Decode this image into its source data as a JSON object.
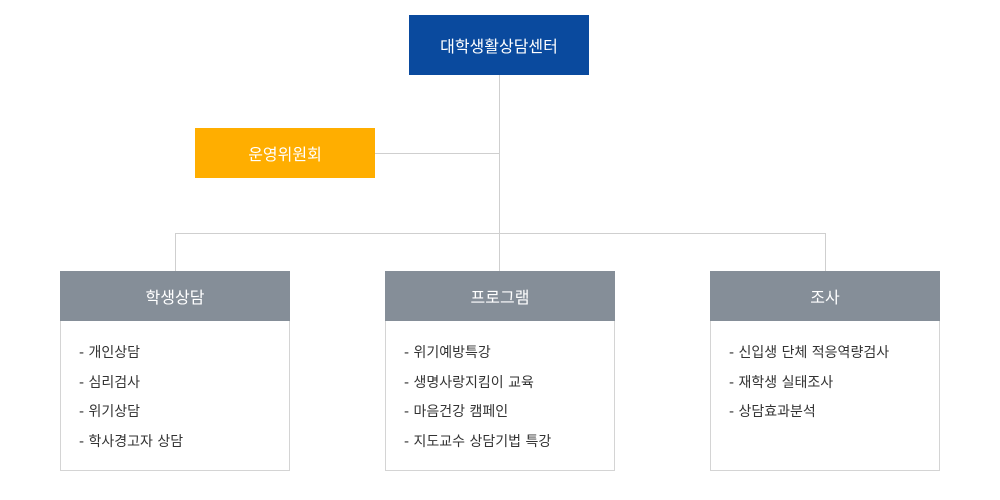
{
  "top": {
    "label": "대학생활상담센터"
  },
  "committee": {
    "label": "운영위원회"
  },
  "departments": [
    {
      "title": "학생상담",
      "items": [
        "- 개인상담",
        "- 심리검사",
        "- 위기상담",
        "- 학사경고자 상담"
      ]
    },
    {
      "title": "프로그램",
      "items": [
        "- 위기예방특강",
        "- 생명사랑지킴이 교육",
        "- 마음건강 캠페인",
        "- 지도교수 상담기법 특강"
      ]
    },
    {
      "title": "조사",
      "items": [
        "- 신입생 단체 적응역량검사",
        "- 재학생 실태조사",
        "- 상담효과분석"
      ]
    }
  ],
  "colors": {
    "top": "#0a4a9e",
    "committee": "#ffae00",
    "dept_header": "#858e98",
    "connector": "#cfcfcf"
  }
}
